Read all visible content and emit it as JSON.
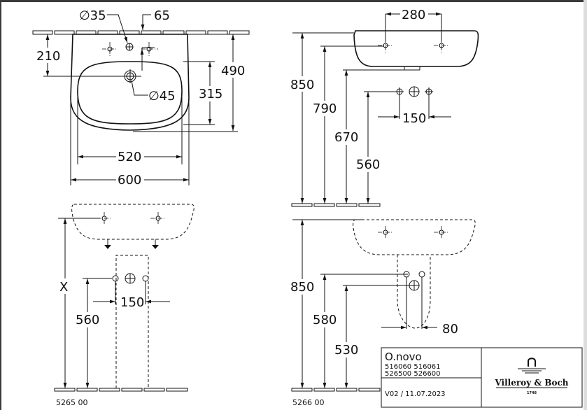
{
  "top_view": {
    "d_tap": "∅35",
    "offset_65": "65",
    "d210": "210",
    "d490": "490",
    "d315": "315",
    "d_waste": "∅45",
    "d520": "520",
    "d600": "600"
  },
  "side_view": {
    "d280": "280",
    "d850": "850",
    "d790": "790",
    "d670": "670",
    "d560": "560",
    "d150": "150"
  },
  "front_pedestal": {
    "dX": "X",
    "d560": "560",
    "d150": "150",
    "code": "5265 00"
  },
  "front_semi": {
    "d850": "850",
    "d580": "580",
    "d530": "530",
    "d80": "80",
    "code": "5266 00"
  },
  "title_block": {
    "product": "O.novo",
    "articles_1": "516060 516061",
    "articles_2": "526500 526600",
    "version": "V02 / 11.07.2023",
    "logo_text": "Villeroy & Boch",
    "logo_year": "1748"
  }
}
